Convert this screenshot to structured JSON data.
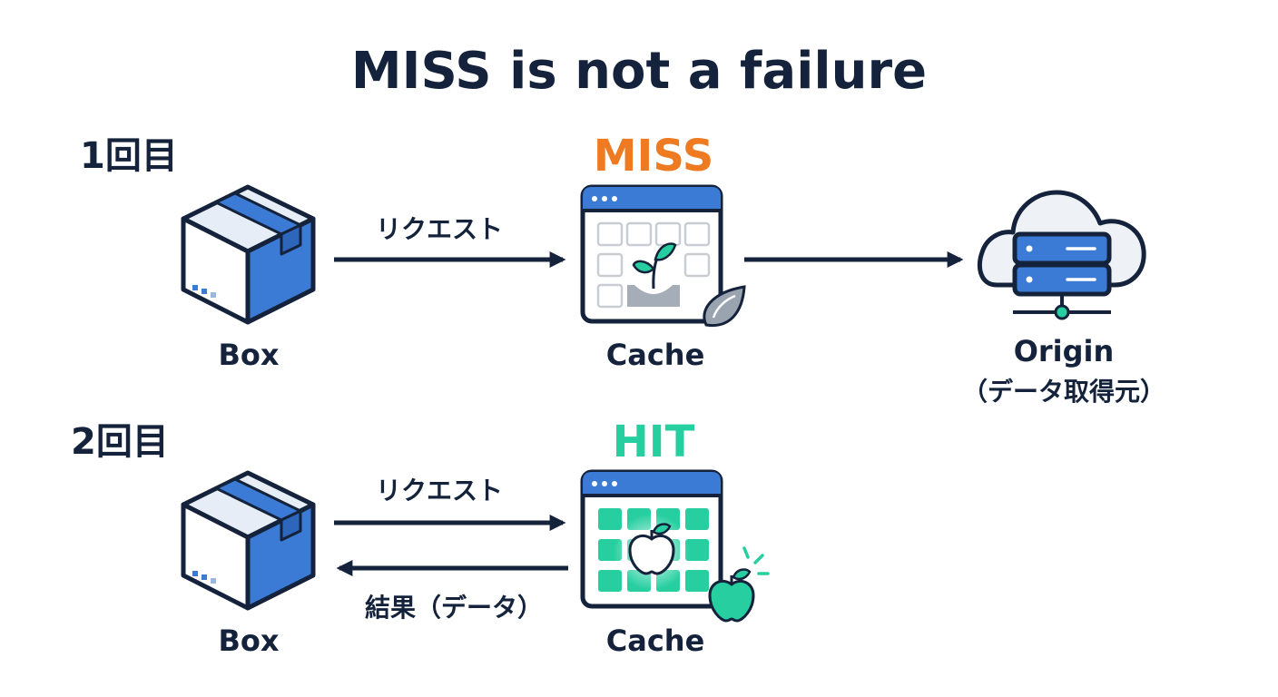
{
  "title": "MISS is not a failure",
  "colors": {
    "navy": "#14233b",
    "blue": "#3b7bd6",
    "miss": "#ee7a22",
    "hit": "#27cfa0",
    "gray": "#9aa4b0"
  },
  "round1": {
    "label": "1回目",
    "status": "MISS",
    "client_label": "Box",
    "request_label": "リクエスト",
    "cache_label": "Cache",
    "origin_label": "Origin",
    "origin_sublabel": "（データ取得元）"
  },
  "round2": {
    "label": "2回目",
    "status": "HIT",
    "client_label": "Box",
    "request_label": "リクエスト",
    "response_label": "結果（データ）",
    "cache_label": "Cache"
  },
  "icons": {
    "client": "box-icon",
    "cache": "cache-window-icon",
    "origin": "cloud-server-icon",
    "miss_content": "sprout-icon",
    "hit_content": "apple-icon"
  }
}
